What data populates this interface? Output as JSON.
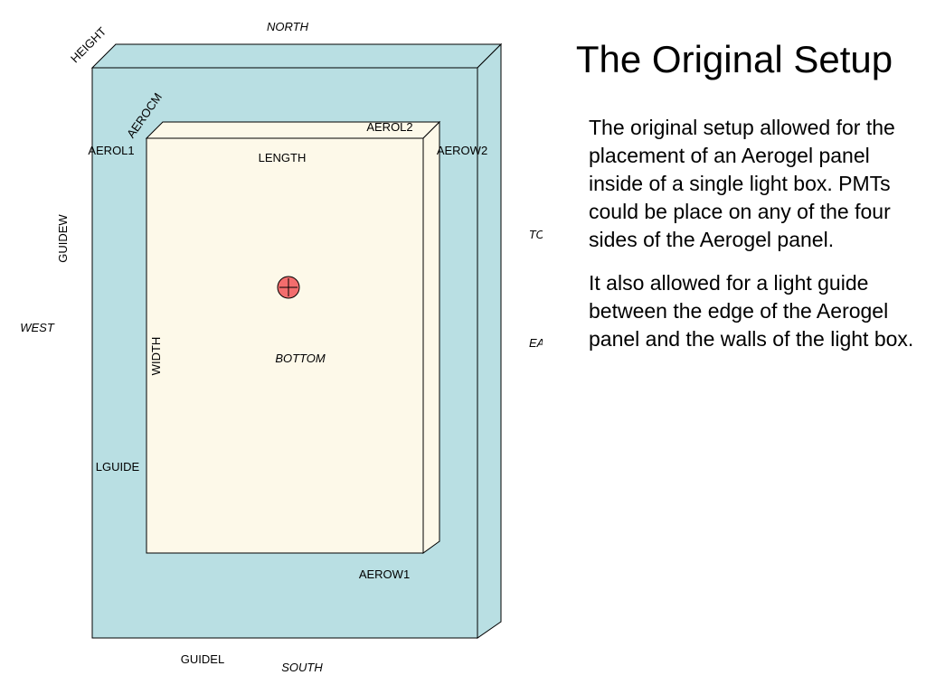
{
  "slide": {
    "title": "The Original Setup",
    "paragraphs": [
      "The original setup allowed for the placement of an Aerogel panel inside of a single light box. PMTs could be place on any of the four sides of the Aerogel panel.",
      "It also allowed for a light guide between the edge of the Aerogel panel and the walls of the light box."
    ]
  },
  "diagram": {
    "directions": {
      "north": "NORTH",
      "south": "SOUTH",
      "east": "EAST",
      "west": "WEST",
      "top": "TOP",
      "bottom": "BOTTOM"
    },
    "dimensions": {
      "height": "HEIGHT",
      "aerocm": "AEROCM",
      "aerol1": "AEROL1",
      "aerol2": "AEROL2",
      "aerow1": "AEROW1",
      "aerow2": "AEROW2",
      "length": "LENGTH",
      "width": "WIDTH",
      "guidew": "GUIDEW",
      "guidel": "GUIDEL",
      "lguide": "LGUIDE"
    },
    "colors": {
      "light_box": "#b9dfe3",
      "aerogel_panel": "#fdf9e9",
      "pmt": "#f26d6d",
      "outline": "#000000"
    },
    "icons": {
      "pmt": "pmt-crosshair-icon"
    }
  }
}
